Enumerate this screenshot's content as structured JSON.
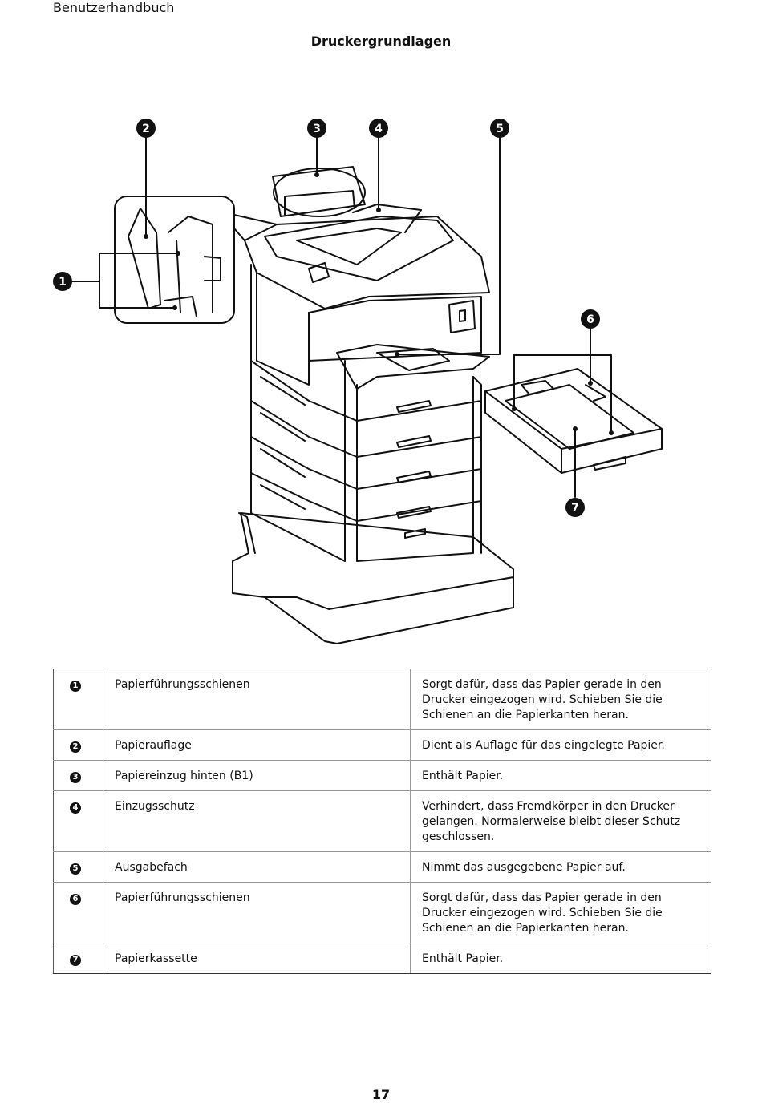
{
  "header": {
    "doc_title": "Benutzerhandbuch"
  },
  "section": {
    "title": "Druckergrundlagen"
  },
  "figure": {
    "callouts": [
      "1",
      "2",
      "3",
      "4",
      "5",
      "6",
      "7"
    ]
  },
  "parts": [
    {
      "num": "1",
      "name": "Papierführungsschienen",
      "desc": "Sorgt dafür, dass das Papier gerade in den Drucker eingezogen wird. Schieben Sie die Schienen an die Papierkanten heran."
    },
    {
      "num": "2",
      "name": "Papierauflage",
      "desc": "Dient als Auflage für das eingelegte Papier."
    },
    {
      "num": "3",
      "name": "Papiereinzug hinten (B1)",
      "desc": "Enthält Papier."
    },
    {
      "num": "4",
      "name": "Einzugsschutz",
      "desc": "Verhindert, dass Fremdkörper in den Drucker gelangen. Normalerweise bleibt dieser Schutz geschlossen."
    },
    {
      "num": "5",
      "name": "Ausgabefach",
      "desc": "Nimmt das ausgegebene Papier auf."
    },
    {
      "num": "6",
      "name": "Papierführungsschienen",
      "desc": "Sorgt dafür, dass das Papier gerade in den Drucker eingezogen wird. Schieben Sie die Schienen an die Papierkanten heran."
    },
    {
      "num": "7",
      "name": "Papierkassette",
      "desc": "Enthält Papier."
    }
  ],
  "footer": {
    "page_number": "17"
  }
}
